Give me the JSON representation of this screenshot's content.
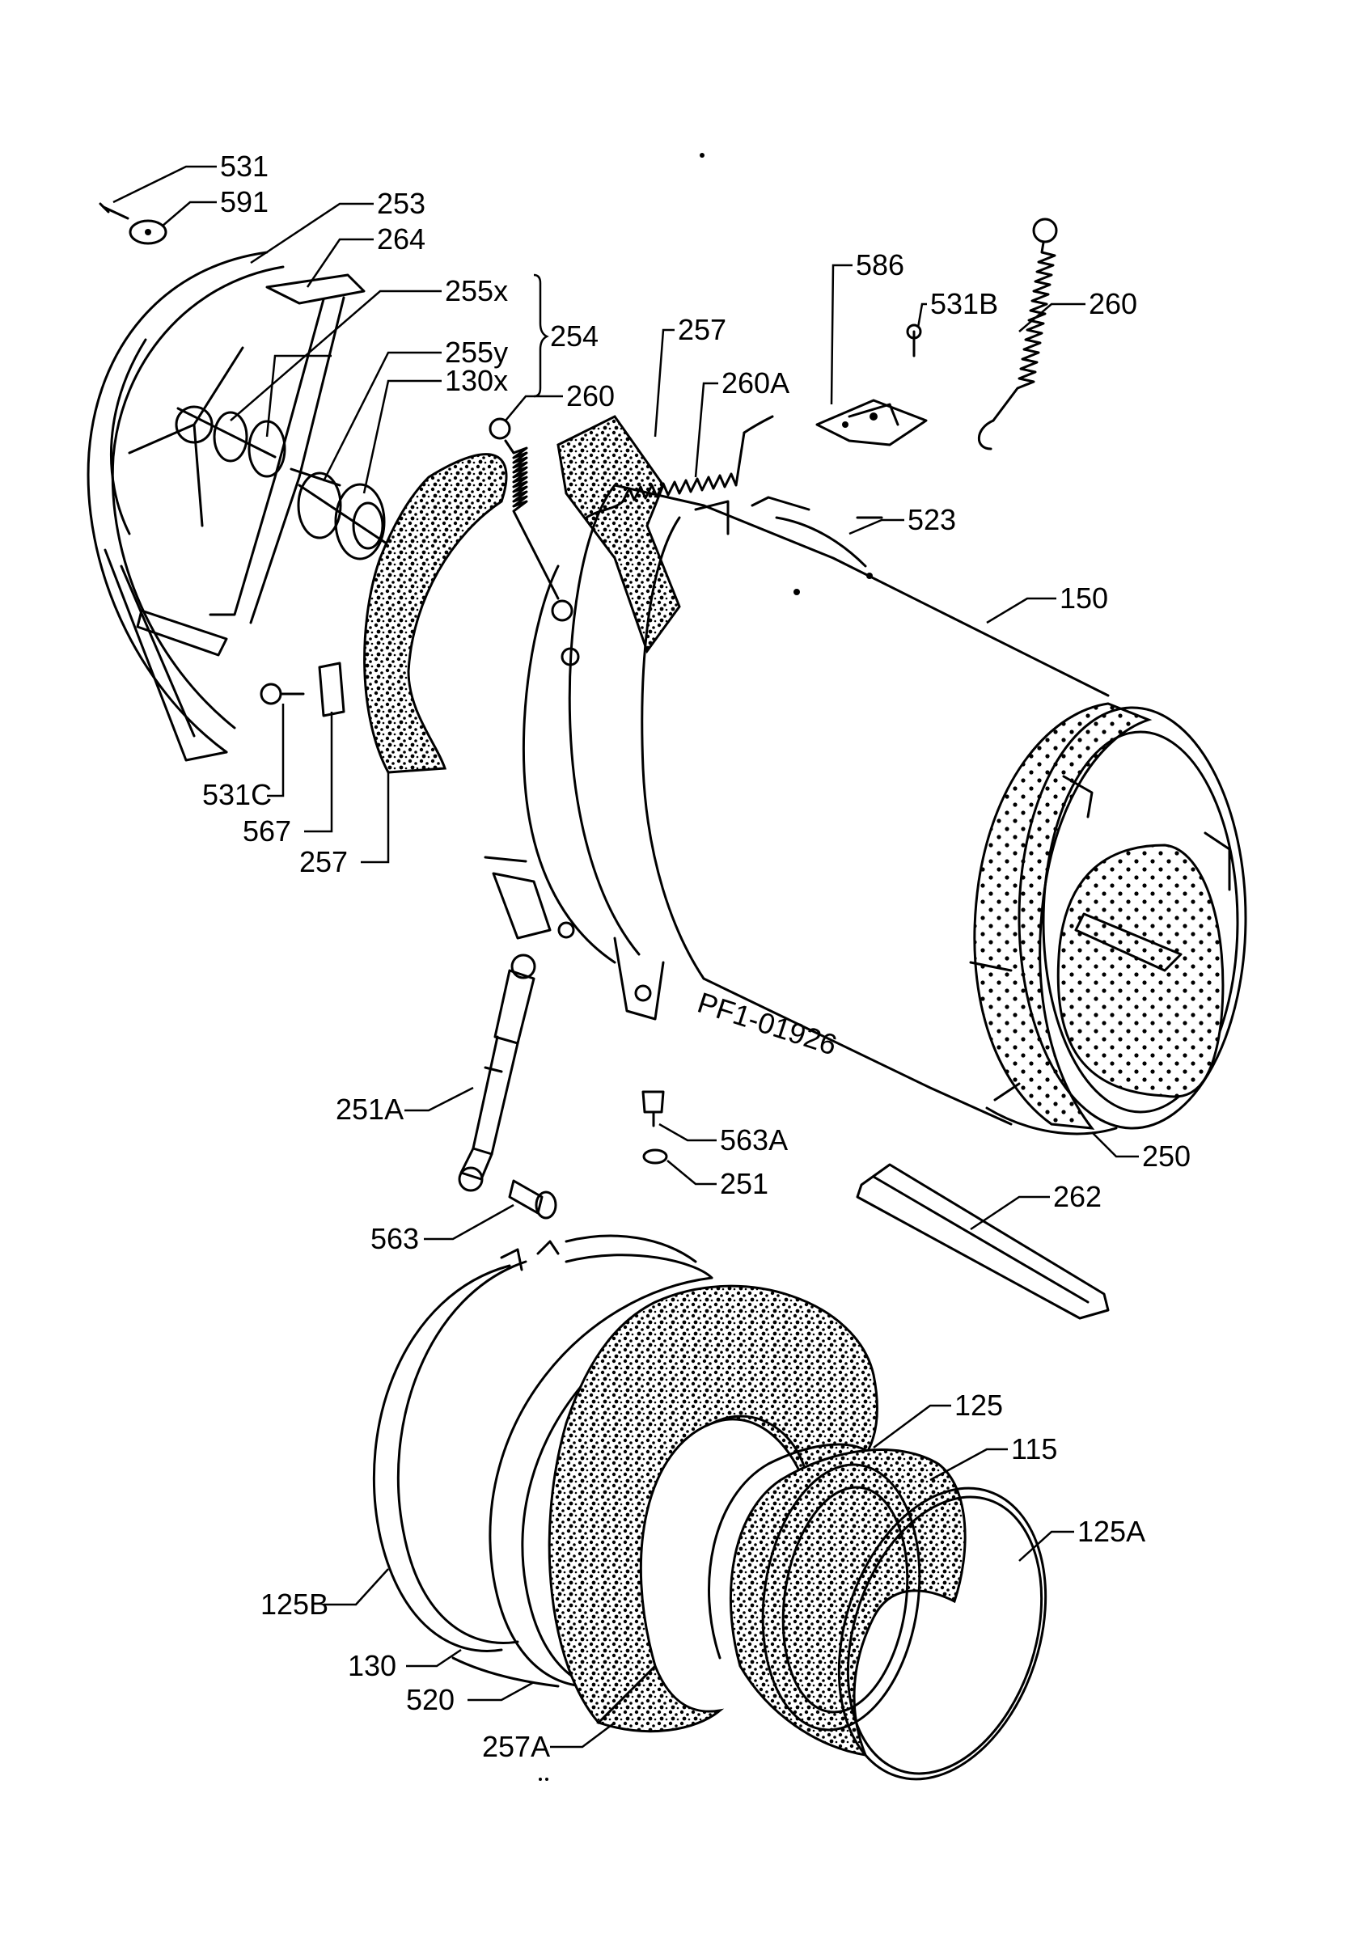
{
  "figure": {
    "code": "PF1-01926"
  },
  "labels": {
    "l531": "531",
    "l591": "591",
    "l253": "253",
    "l264": "264",
    "l255x": "255x",
    "l254": "254",
    "l255y": "255y",
    "l130x": "130x",
    "l260_top": "260",
    "l257_top": "257",
    "l260a": "260A",
    "l586": "586",
    "l531b": "531B",
    "l260_right": "260",
    "l523": "523",
    "l150": "150",
    "l531c": "531C",
    "l567": "567",
    "l257_left": "257",
    "l251a": "251A",
    "l563a": "563A",
    "l251": "251",
    "l250": "250",
    "l262": "262",
    "l563": "563",
    "l125": "125",
    "l115": "115",
    "l125a": "125A",
    "l125b": "125B",
    "l130": "130",
    "l520": "520",
    "l257a": "257A"
  },
  "colors": {
    "ink": "#000000",
    "paper": "#ffffff"
  }
}
